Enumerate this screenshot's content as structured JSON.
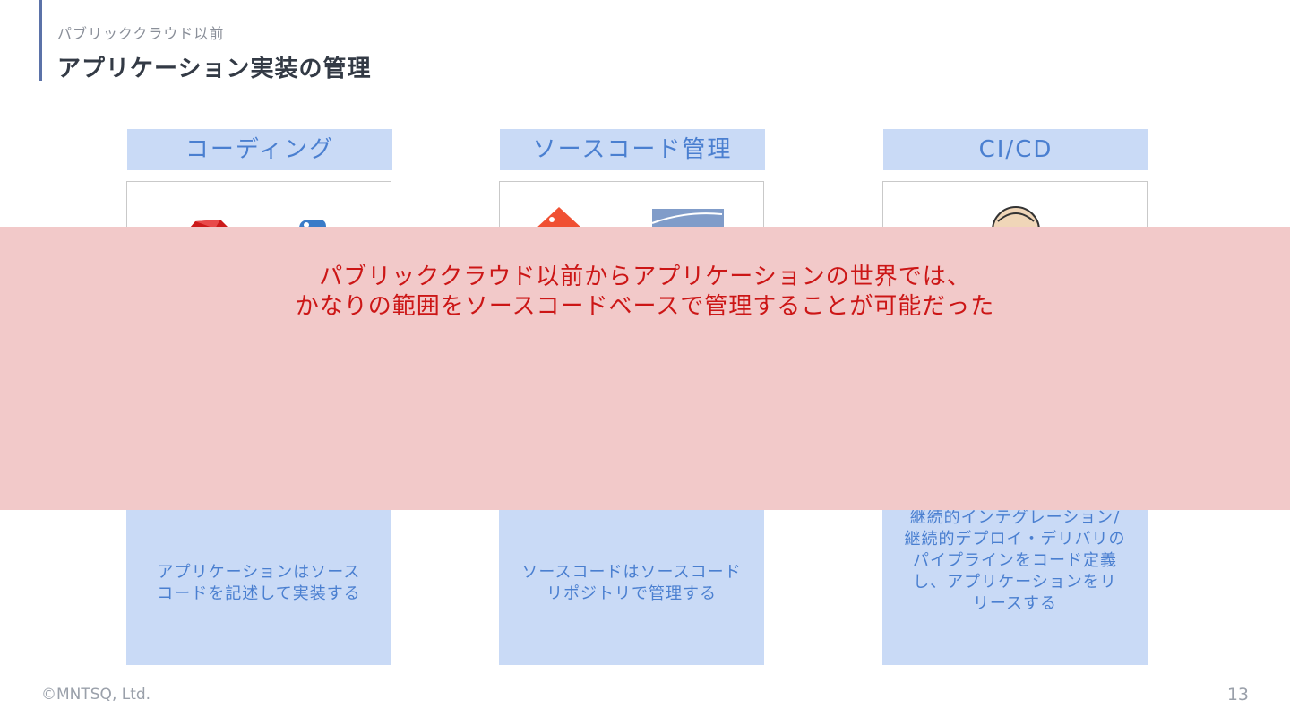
{
  "header": {
    "subtitle": "パブリッククラウド以前",
    "title": "アプリケーション実装の管理"
  },
  "columns": [
    {
      "heading": "コーディング",
      "icons": [
        "ruby-logo-icon",
        "python-logo-icon"
      ],
      "description": "アプリケーションはソース\nコードを記述して実装する"
    },
    {
      "heading": "ソースコード管理",
      "icons": [
        "git-logo-icon",
        "subversion-logo-icon"
      ],
      "description": "ソースコードはソースコード\nリポジトリで管理する"
    },
    {
      "heading": "CI/CD",
      "icons": [
        "jenkins-logo-icon"
      ],
      "description": "継続的インテグレーション/\n継続的デプロイ・デリバリの\nパイプラインをコード定義\nし、アプリケーションをリ\nリースする"
    }
  ],
  "overlay": {
    "message": "パブリッククラウド以前からアプリケーションの世界では、\nかなりの範囲をソースコードベースで管理することが可能だった"
  },
  "footer": {
    "copyright": "©MNTSQ, Ltd.",
    "page_number": "13"
  },
  "colors": {
    "accent": "#5b72a8",
    "card_fill": "#c9daf6",
    "card_text": "#4a7fd0",
    "overlay_fill": "#f2c9c9",
    "overlay_text": "#cc1616"
  }
}
